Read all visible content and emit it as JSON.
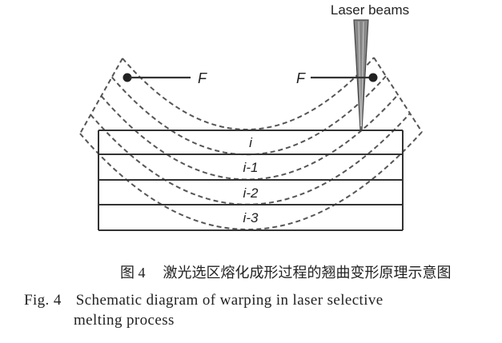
{
  "diagram": {
    "laser_label": "Laser beams",
    "force_label_left": "F",
    "force_label_right": "F",
    "layers": [
      "i",
      "i-1",
      "i-2",
      "i-3"
    ]
  },
  "caption": {
    "cn_number": "图 4",
    "cn_text": "激光选区熔化成形过程的翘曲变形原理示意图",
    "en_number": "Fig. 4",
    "en_text_line1": "Schematic diagram of warping in laser selective",
    "en_text_line2": "melting process"
  }
}
